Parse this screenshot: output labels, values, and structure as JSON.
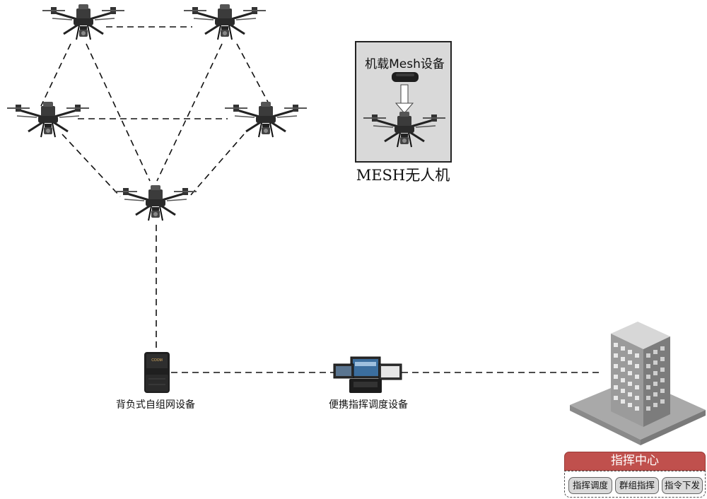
{
  "mesh_drone": {
    "title": "机载Mesh设备",
    "caption": "MESH无人机"
  },
  "devices": {
    "backpack": "背负式自组网设备",
    "backpack_logo": "COOM",
    "portable": "便携指挥调度设备"
  },
  "command_center": {
    "title": "指挥中心",
    "functions": [
      "指挥调度",
      "群组指挥",
      "指令下发"
    ]
  },
  "colors": {
    "center_bar": "#c0504d",
    "box_fill": "#d9d9d9",
    "link": "#111111"
  }
}
